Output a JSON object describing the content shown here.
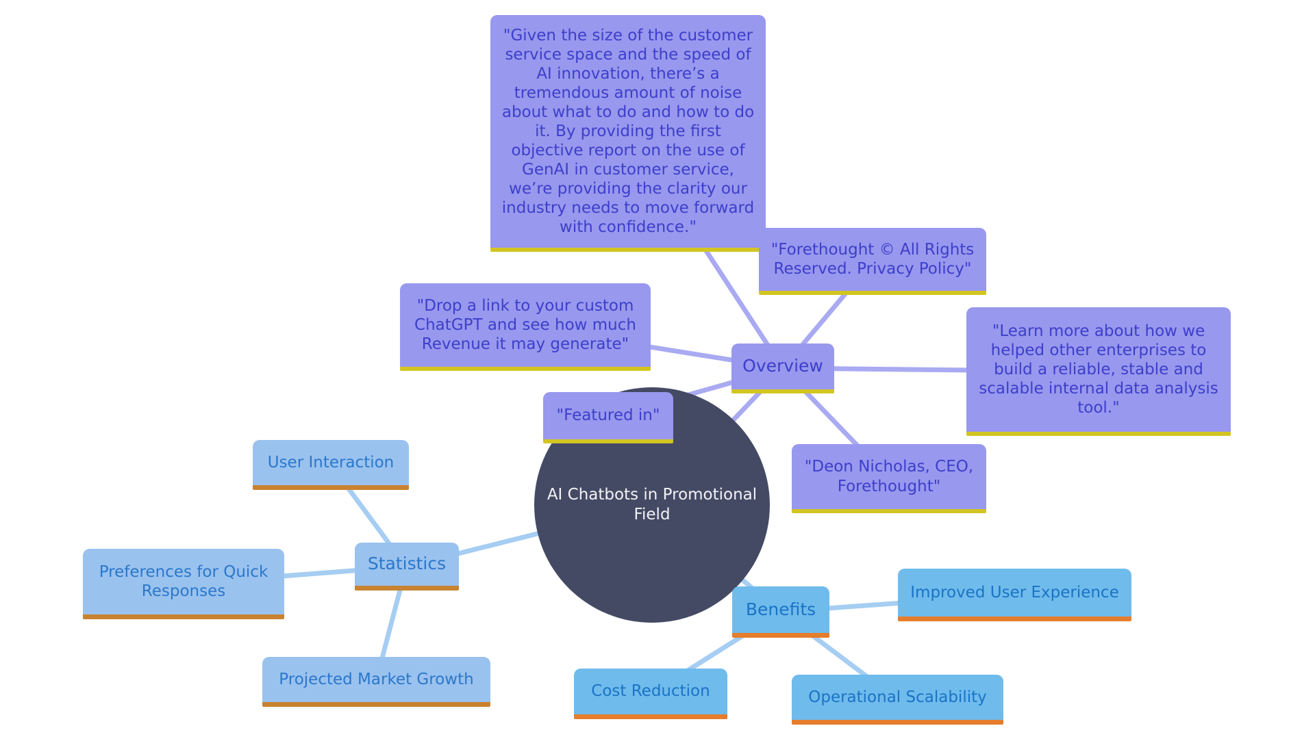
{
  "center": {
    "label": "AI Chatbots in Promotional Field",
    "fill": "#444a64",
    "text_color": "#f2f3f5"
  },
  "branches": {
    "overview": {
      "label": "Overview",
      "fill": "#9898ee",
      "accent_color": "#d3c521",
      "text_color": "#3e3ecb",
      "line_color": "#a9aaf2",
      "children": [
        {
          "label": "\"Given the size of the customer service space and the speed of AI innovation, there’s a tremendous amount of noise about what to do and how to do it. By providing the first objective report on the use of GenAI in customer service, we’re providing the clarity our industry needs to move forward with confidence.\""
        },
        {
          "label": "\"Forethought © All Rights Reserved. Privacy Policy\""
        },
        {
          "label": "\"Drop a link to your custom ChatGPT and see how much Revenue it may generate\""
        },
        {
          "label": "\"Learn more about how we helped other enterprises to build a reliable, stable and scalable internal data analysis tool.\""
        },
        {
          "label": "\"Featured in\""
        },
        {
          "label": "\"Deon Nicholas, CEO, Forethought\""
        }
      ]
    },
    "statistics": {
      "label": "Statistics",
      "fill": "#9ac2ee",
      "accent_color": "#c9822f",
      "text_color": "#2b77cb",
      "line_color": "#a6cdf2",
      "children": [
        {
          "label": "User Interaction"
        },
        {
          "label": "Preferences for Quick Responses"
        },
        {
          "label": "Projected Market Growth"
        }
      ]
    },
    "benefits": {
      "label": "Benefits",
      "fill": "#6fbbec",
      "accent_color": "#e57d2c",
      "text_color": "#1a73c4",
      "line_color": "#a6cdf2",
      "children": [
        {
          "label": "Improved User Experience"
        },
        {
          "label": "Cost Reduction"
        },
        {
          "label": "Operational Scalability"
        }
      ]
    }
  }
}
